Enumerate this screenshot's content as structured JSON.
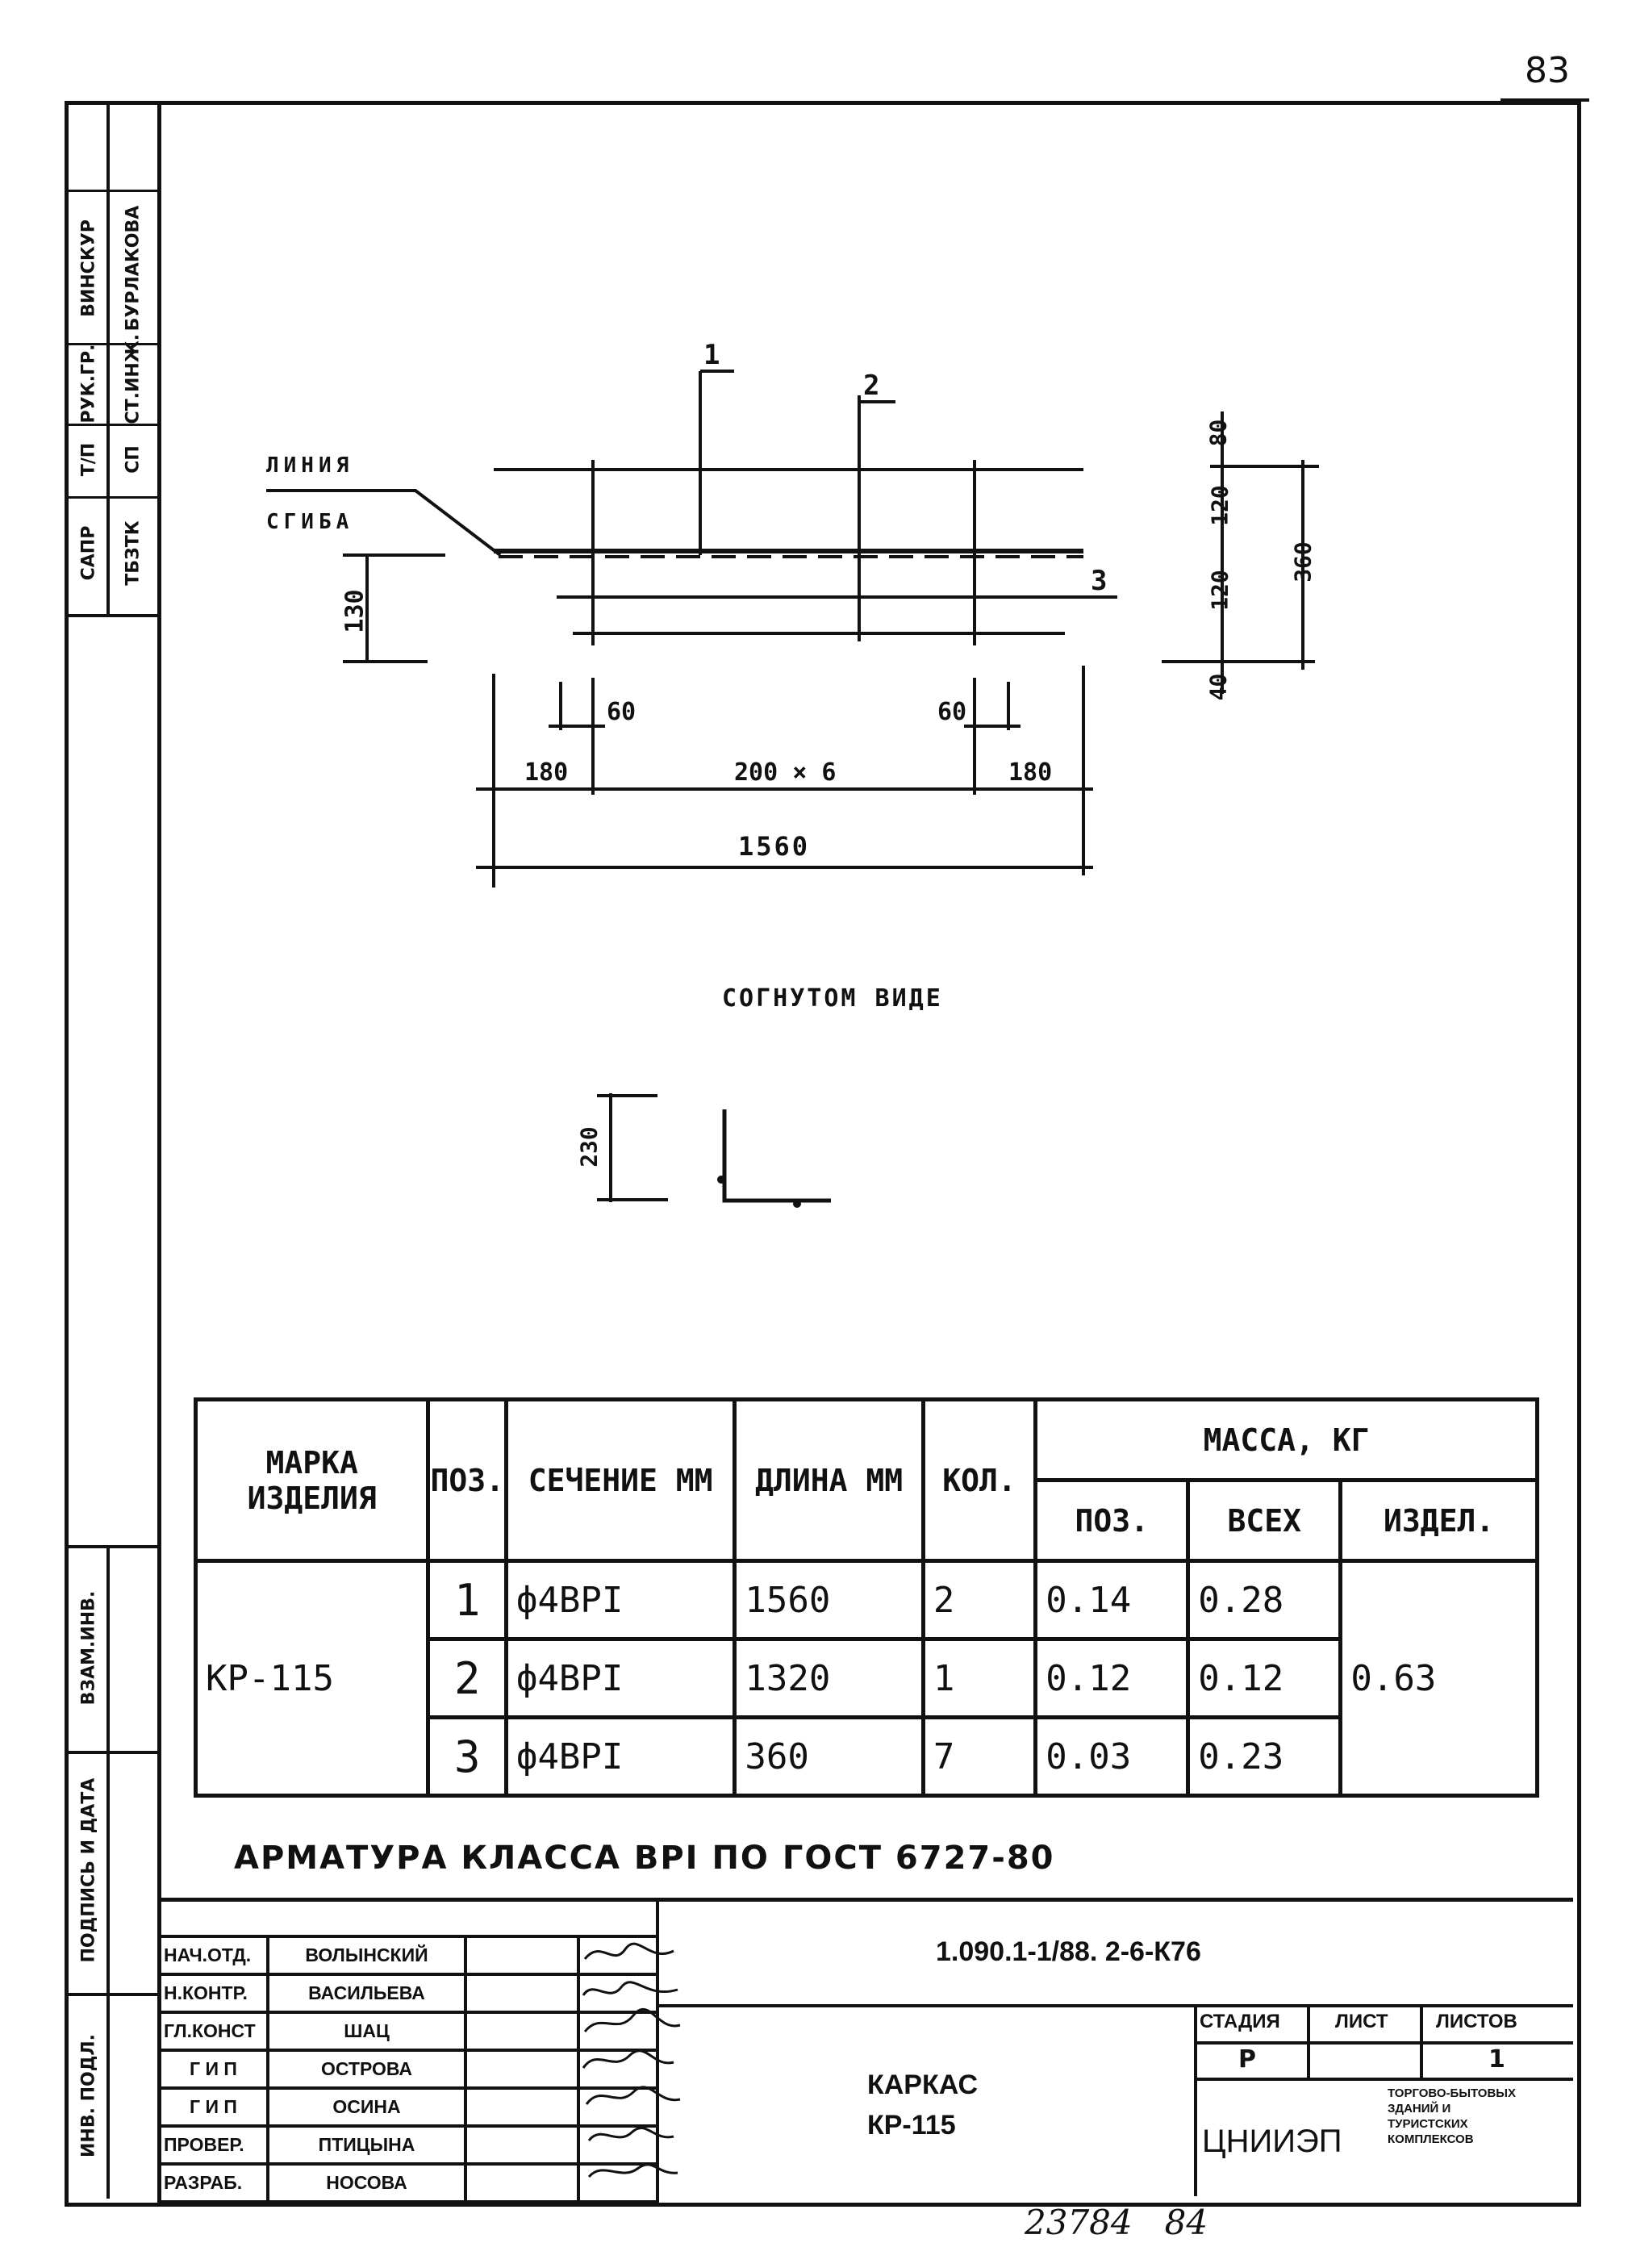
{
  "page_number": "83",
  "bottom_note": "23784   84",
  "side_stamp_top": [
    "САПР",
    "ТБЗТК",
    "Т/П",
    "СП",
    "РУК.ГР.",
    "СТ.ИНЖ.",
    "ВИНСКУР",
    "БУРЛАКОВА"
  ],
  "side_stamp_bottom": [
    "ВЗАМ.ИНВ.",
    "ПОДПИСЬ И ДАТА",
    "ИНВ. ПОДЛ."
  ],
  "drawing": {
    "bend_line_label_1": "ЛИНИЯ",
    "bend_line_label_2": "СГИБА",
    "pos_1": "1",
    "pos_2": "2",
    "pos_3": "3",
    "dim_130": "130",
    "dim_60_left": "60",
    "dim_60_right": "60",
    "dim_180_left": "180",
    "dim_200x6": "200 × 6",
    "dim_180_right": "180",
    "dim_1560": "1560",
    "dim_80": "80",
    "dim_120_a": "120",
    "dim_120_b": "120",
    "dim_40": "40",
    "dim_360": "360",
    "bent_caption": "СОГНУТОМ ВИДЕ",
    "dim_230": "230"
  },
  "spec_table": {
    "headers": {
      "mark": "МАРКА ИЗДЕЛИЯ",
      "pos": "ПОЗ.",
      "section": "СЕЧЕНИЕ ММ",
      "length": "ДЛИНА ММ",
      "qty": "КОЛ.",
      "mass": "МАССА, КГ",
      "mass_pos": "ПОЗ.",
      "mass_all": "ВСЕХ",
      "mass_item": "ИЗДЕЛ."
    },
    "mark": "КР-115",
    "item_mass": "0.63",
    "rows": [
      {
        "pos": "1",
        "section": "ф4ВРI",
        "length": "1560",
        "qty": "2",
        "mass_pos": "0.14",
        "mass_all": "0.28"
      },
      {
        "pos": "2",
        "section": "ф4ВРI",
        "length": "1320",
        "qty": "1",
        "mass_pos": "0.12",
        "mass_all": "0.12"
      },
      {
        "pos": "3",
        "section": "ф4ВРI",
        "length": "360",
        "qty": "7",
        "mass_pos": "0.03",
        "mass_all": "0.23"
      }
    ]
  },
  "steel_note": "АРМАТУРА КЛАССА ВРI ПО ГОСТ 6727-80",
  "title_block": {
    "doc_code": "1.090.1-1/88. 2-6-К76",
    "signers": [
      {
        "role": "НАЧ.ОТД.",
        "name": "ВОЛЫНСКИЙ"
      },
      {
        "role": "Н.КОНТР.",
        "name": "ВАСИЛЬЕВА"
      },
      {
        "role": "ГЛ.КОНСТ",
        "name": "ШАЦ"
      },
      {
        "role": "Г И П",
        "name": "ОСТРОВА"
      },
      {
        "role": "Г И П",
        "name": "ОСИНА"
      },
      {
        "role": "ПРОВЕР.",
        "name": "ПТИЦЫНА"
      },
      {
        "role": "РАЗРАБ.",
        "name": "НОСОВА"
      }
    ],
    "item_title_1": "КАРКАС",
    "item_title_2": "КР-115",
    "stage_label": "СТАДИЯ",
    "sheet_label": "ЛИСТ",
    "sheets_label": "ЛИСТОВ",
    "stage_value": "Р",
    "sheet_value": "",
    "sheets_value": "1",
    "org": "ЦНИИЭП",
    "org_desc": "ТОРГОВО-БЫТОВЫХ ЗДАНИЙ И ТУРИСТСКИХ КОМПЛЕКСОВ"
  }
}
